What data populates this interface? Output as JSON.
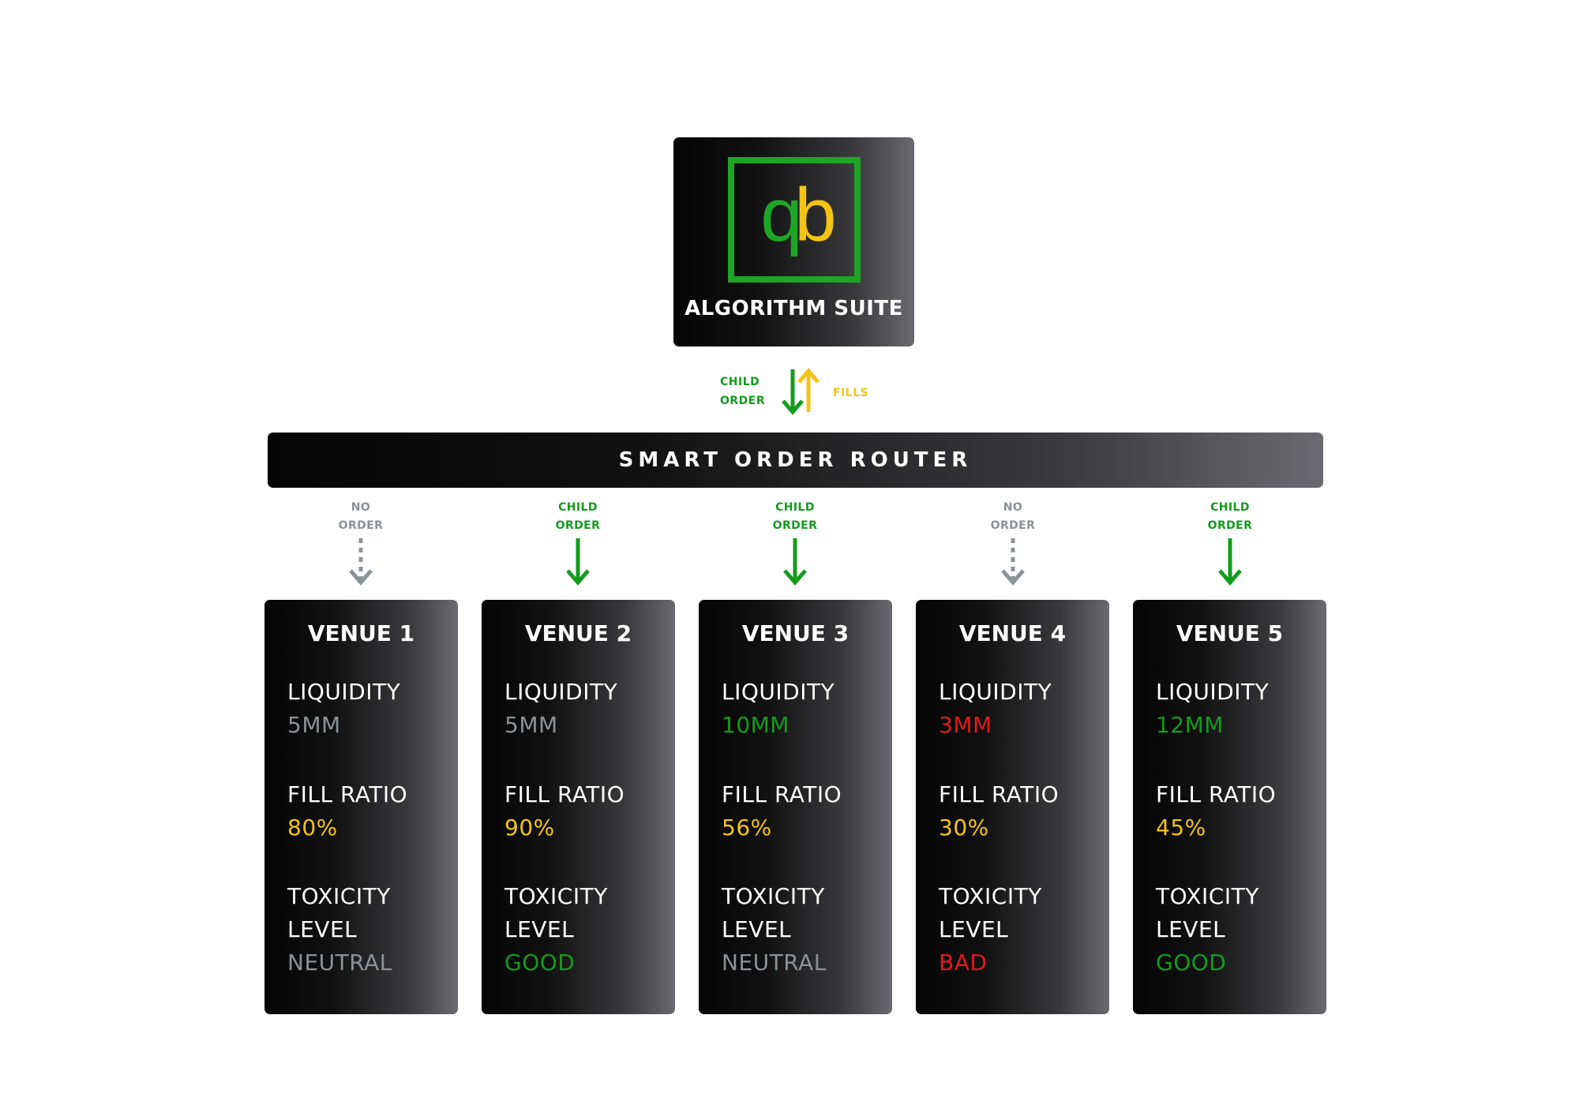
{
  "colors": {
    "green": "#139c1c",
    "yellow": "#f3c414",
    "gray": "#8a9397",
    "red": "#e3191c",
    "white": "#ffffff"
  },
  "algorithm_suite": {
    "logo_text_q": "q",
    "logo_text_b": "b",
    "title": "ALGORITHM SUITE"
  },
  "top_flow": {
    "child_order_line1": "CHILD",
    "child_order_line2": "ORDER",
    "fills": "FILLS"
  },
  "router": {
    "label": "SMART ORDER ROUTER"
  },
  "connectors": [
    {
      "line1": "NO",
      "line2": "ORDER",
      "type": "dashed",
      "color": "#8a9397"
    },
    {
      "line1": "CHILD",
      "line2": "ORDER",
      "type": "solid",
      "color": "#139c1c"
    },
    {
      "line1": "CHILD",
      "line2": "ORDER",
      "type": "solid",
      "color": "#139c1c"
    },
    {
      "line1": "NO",
      "line2": "ORDER",
      "type": "dashed",
      "color": "#8a9397"
    },
    {
      "line1": "CHILD",
      "line2": "ORDER",
      "type": "solid",
      "color": "#139c1c"
    }
  ],
  "venues": [
    {
      "title": "VENUE 1",
      "liquidity_label": "LIQUIDITY",
      "liquidity_value": "5MM",
      "liquidity_color": "#8a9397",
      "fill_label": "FILL RATIO",
      "fill_value": "80%",
      "fill_color": "#f3c414",
      "toxicity_label1": "TOXICITY",
      "toxicity_label2": "LEVEL",
      "toxicity_value": "NEUTRAL",
      "toxicity_color": "#8a9397"
    },
    {
      "title": "VENUE 2",
      "liquidity_label": "LIQUIDITY",
      "liquidity_value": "5MM",
      "liquidity_color": "#8a9397",
      "fill_label": "FILL RATIO",
      "fill_value": "90%",
      "fill_color": "#f3c414",
      "toxicity_label1": "TOXICITY",
      "toxicity_label2": "LEVEL",
      "toxicity_value": "GOOD",
      "toxicity_color": "#139c1c"
    },
    {
      "title": "VENUE 3",
      "liquidity_label": "LIQUIDITY",
      "liquidity_value": "10MM",
      "liquidity_color": "#139c1c",
      "fill_label": "FILL RATIO",
      "fill_value": "56%",
      "fill_color": "#f3c414",
      "toxicity_label1": "TOXICITY",
      "toxicity_label2": "LEVEL",
      "toxicity_value": "NEUTRAL",
      "toxicity_color": "#8a9397"
    },
    {
      "title": "VENUE 4",
      "liquidity_label": "LIQUIDITY",
      "liquidity_value": "3MM",
      "liquidity_color": "#e3191c",
      "fill_label": "FILL RATIO",
      "fill_value": "30%",
      "fill_color": "#f3c414",
      "toxicity_label1": "TOXICITY",
      "toxicity_label2": "LEVEL",
      "toxicity_value": "BAD",
      "toxicity_color": "#e3191c"
    },
    {
      "title": "VENUE 5",
      "liquidity_label": "LIQUIDITY",
      "liquidity_value": "12MM",
      "liquidity_color": "#139c1c",
      "fill_label": "FILL RATIO",
      "fill_value": "45%",
      "fill_color": "#f3c414",
      "toxicity_label1": "TOXICITY",
      "toxicity_label2": "LEVEL",
      "toxicity_value": "GOOD",
      "toxicity_color": "#139c1c"
    }
  ]
}
